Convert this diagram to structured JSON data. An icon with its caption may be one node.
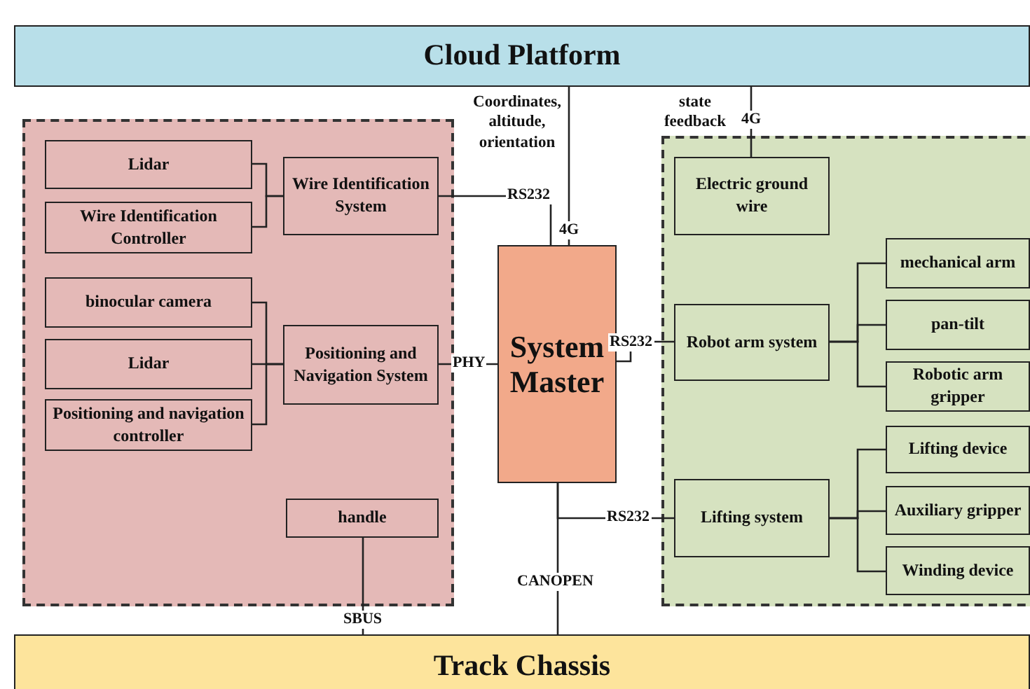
{
  "diagram": {
    "nodes": [
      {
        "text": [
          "Cloud Platform"
        ]
      },
      {
        "text": [],
        "shape": "box"
      },
      {
        "text": [
          "Lidar"
        ],
        "in": 1
      },
      {
        "text": [
          "Wire Identification Controller"
        ],
        "in": 1
      },
      {
        "text": [
          "Wire Identification System"
        ],
        "in": 1
      },
      {
        "text": [
          "binocular camera"
        ],
        "in": 1
      },
      {
        "text": [
          "Lidar"
        ],
        "in": 1
      },
      {
        "text": [
          "Positioning and navigation controller"
        ],
        "in": 1
      },
      {
        "text": [
          "Positioning and Navigation System"
        ],
        "in": 1
      },
      {
        "text": [
          "handle"
        ],
        "in": 1
      },
      {
        "text": [
          "System Master"
        ]
      },
      {
        "text": [],
        "shape": "box"
      },
      {
        "text": [
          "Electric ground wire"
        ],
        "in": 11
      },
      {
        "text": [
          "Robot arm system"
        ],
        "in": 11
      },
      {
        "text": [
          "mechanical arm"
        ],
        "in": 11
      },
      {
        "text": [
          "pan-tilt"
        ],
        "in": 11
      },
      {
        "text": [
          "Robotic arm gripper"
        ],
        "in": 11
      },
      {
        "text": [
          "Lifting system"
        ],
        "in": 11
      },
      {
        "text": [
          "Lifting device"
        ],
        "in": 11
      },
      {
        "text": [
          "Auxiliary gripper"
        ],
        "in": 11
      },
      {
        "text": [
          "Winding device"
        ],
        "in": 11
      },
      {
        "text": [
          "Track Chassis"
        ]
      }
    ],
    "edges": [
      {
        "from": 2,
        "to": 4,
        "arrow": "none"
      },
      {
        "from": 3,
        "to": 4,
        "arrow": "none"
      },
      {
        "from": 4,
        "to": 10,
        "arrow": "none",
        "label": "RS232"
      },
      {
        "from": 5,
        "to": 8,
        "arrow": "none"
      },
      {
        "from": 6,
        "to": 8,
        "arrow": "none"
      },
      {
        "from": 7,
        "to": 8,
        "arrow": "none"
      },
      {
        "from": 8,
        "to": 10,
        "arrow": "none",
        "label": "PHY"
      },
      {
        "from": 10,
        "to": 0,
        "arrow": "none",
        "label": "4G"
      },
      {
        "from": 12,
        "to": 0,
        "arrow": "none",
        "label": "4G"
      },
      {
        "from": 10,
        "to": 13,
        "arrow": "none",
        "label": "RS232"
      },
      {
        "from": 13,
        "to": 14,
        "arrow": "none"
      },
      {
        "from": 13,
        "to": 15,
        "arrow": "none"
      },
      {
        "from": 13,
        "to": 16,
        "arrow": "none"
      },
      {
        "from": 10,
        "to": 17,
        "arrow": "none",
        "label": "RS232"
      },
      {
        "from": 17,
        "to": 18,
        "arrow": "none"
      },
      {
        "from": 17,
        "to": 19,
        "arrow": "none"
      },
      {
        "from": 17,
        "to": 20,
        "arrow": "none"
      },
      {
        "from": 9,
        "to": 21,
        "arrow": "none",
        "label": "SBUS"
      },
      {
        "from": 10,
        "to": 21,
        "arrow": "none",
        "label": "CANOPEN"
      }
    ],
    "labels": [
      "Coordinates, altitude, orientation",
      "state feedback"
    ]
  }
}
